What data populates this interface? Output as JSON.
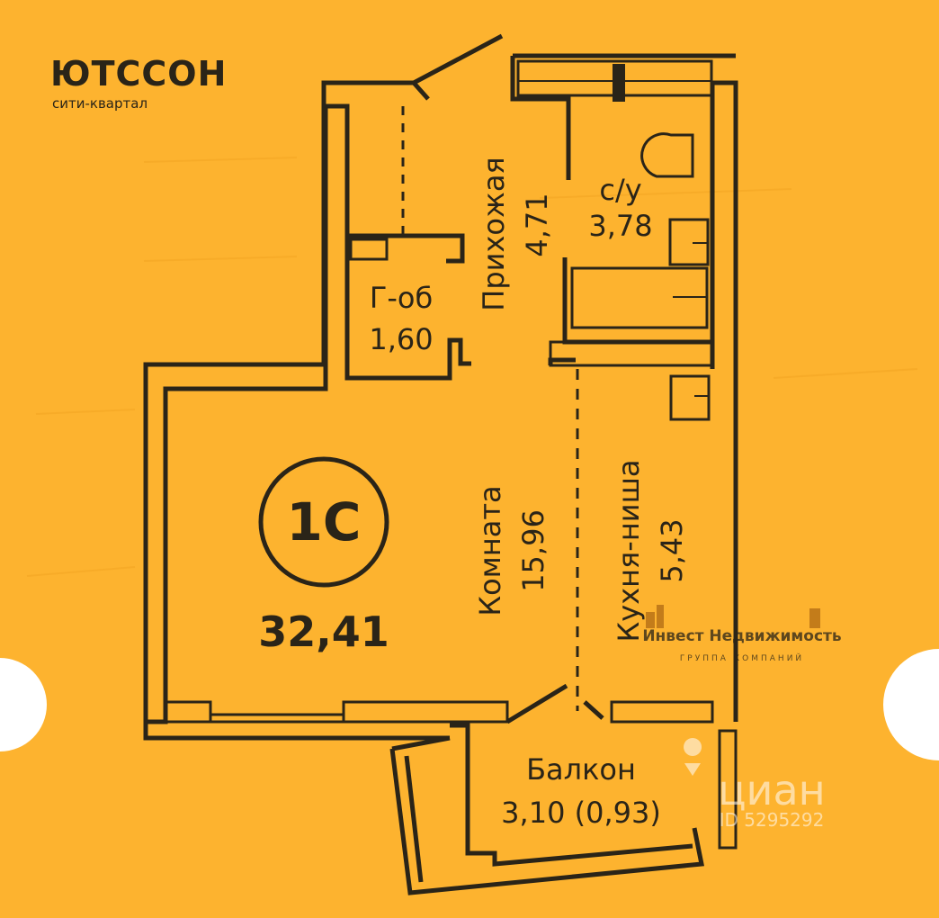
{
  "brand": {
    "name": "ЮТССОН",
    "subtitle": "сити-квартал"
  },
  "apartment": {
    "type": "1С",
    "total_area": "32,41"
  },
  "rooms": [
    {
      "name": "Прихожая",
      "area": "4,71"
    },
    {
      "name": "с/у",
      "area": "3,78"
    },
    {
      "name": "Г-об",
      "area": "1,60"
    },
    {
      "name": "Комната",
      "area": "15,96"
    },
    {
      "name": "Кухня-ниша",
      "area": "5,43"
    },
    {
      "name": "Балкон",
      "area": "3,10 (0,93)"
    }
  ],
  "watermarks": {
    "agency": {
      "name": "Инвест Недвижимость",
      "tagline": "ГРУППА КОМПАНИЙ"
    },
    "cian": {
      "name": "циан",
      "listing_id": "ID 5295292"
    }
  },
  "colors": {
    "background": "#FDB32F",
    "line": "#2a2418",
    "cutout": "#ffffff"
  }
}
